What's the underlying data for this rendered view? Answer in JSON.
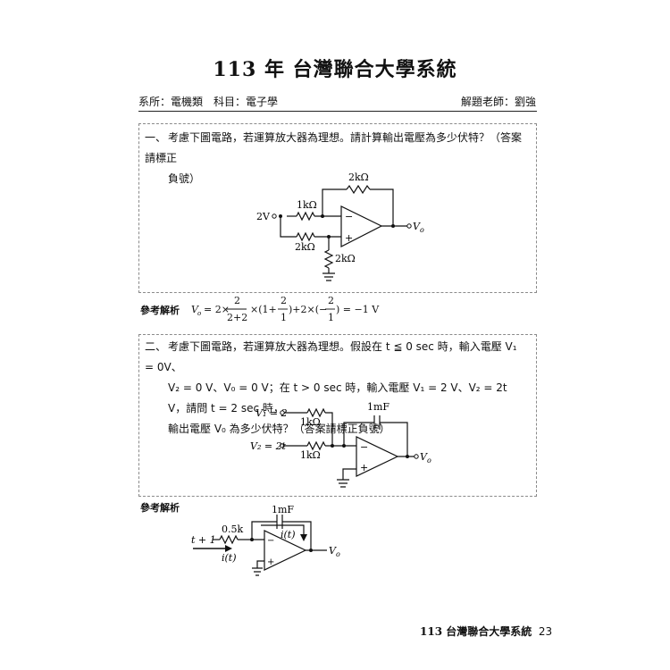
{
  "header": {
    "title": "113 年  台灣聯合大學系統",
    "dept_subject": "系所：電機類　科目：電子學",
    "teacher": "解題老師：劉強"
  },
  "q1": {
    "number": "一、",
    "text_line1": "考慮下圖電路，若運算放大器為理想。請計算輸出電壓為多少伏特？（答案請標正",
    "text_line2": "負號）",
    "circuit_labels": {
      "rf": "2kΩ",
      "r1": "1kΩ",
      "r2": "2kΩ",
      "r3": "2kΩ",
      "vin": "2V",
      "vout": "V",
      "vout_sub": "o",
      "minus": "−",
      "plus": "+"
    }
  },
  "a1": {
    "label": "參考解析",
    "lhs": "V",
    "lhs_sub": "o",
    "eq_text": "= 2×",
    "frac1_num": "2",
    "frac1_den": "2+2",
    "paren1": "×(1+",
    "frac2_num": "2",
    "frac2_den": "1",
    "paren2": ")+2×(−",
    "frac3_num": "2",
    "frac3_den": "1",
    "result": ") = −1 V"
  },
  "q2": {
    "number": "二、",
    "line1": "考慮下圖電路，若運算放大器為理想。假設在 t ≦ 0 sec 時，輸入電壓 V₁ = 0V、",
    "line2": "V₂ = 0 V、V₀ = 0 V；在 t > 0 sec 時，輸入電壓 V₁ = 2 V、V₂ = 2t V，請問 t = 2 sec 時，",
    "line3": "輸出電壓 V₀ 為多少伏特？（答案請標正負號）",
    "circuit_labels": {
      "v1": "V₁ = 2",
      "v2": "V₂ = 2t",
      "r1": "1kΩ",
      "r2": "1kΩ",
      "cap": "1mF",
      "vout": "V",
      "vout_sub": "o",
      "minus": "−",
      "plus": "+"
    }
  },
  "a2": {
    "label": "參考解析",
    "circuit_labels": {
      "input": "t + 1",
      "r": "0.5k",
      "i_in": "i(t)",
      "cap": "1mF",
      "i_cap": "i(t)",
      "vout": "V",
      "vout_sub": "o",
      "minus": "−",
      "plus": "+"
    }
  },
  "footer": {
    "page_title": "113 台灣聯合大學系統",
    "page_number": "23"
  }
}
